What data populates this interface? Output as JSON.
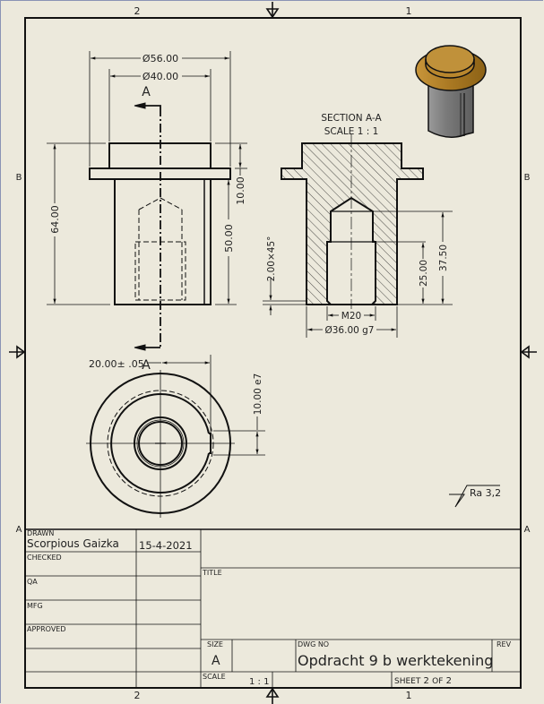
{
  "zones": {
    "top": [
      "2",
      "1"
    ],
    "bottom": [
      "2",
      "1"
    ],
    "left": [
      "B",
      "A"
    ],
    "right": [
      "B",
      "A"
    ]
  },
  "front_view": {
    "dims": {
      "d56": "Ø56.00",
      "d40": "Ø40.00",
      "h64": "64.00",
      "h10": "10.00",
      "h50": "50.00"
    },
    "section_label_top": "A",
    "section_label_bottom": "A"
  },
  "section_view": {
    "title": "SECTION A-A",
    "scale": "SCALE 1 : 1",
    "dims": {
      "chamfer": "2.00×45°",
      "thread": "M20",
      "d36": "Ø36.00 g7",
      "h25": "25.00",
      "h37": "37.50"
    }
  },
  "top_view": {
    "dims": {
      "offset": "20.00± .05",
      "key_width": "10.00 e7"
    }
  },
  "surface_finish": "Ra 3,2",
  "colors": {
    "paper": "#ece9dc",
    "line": "#111111",
    "cap": "#b8862d",
    "body": "#8c8c8c"
  },
  "title_block": {
    "drawn_label": "DRAWN",
    "drawn_by": "Scorpious Gaizka",
    "drawn_date": "15-4-2021",
    "checked_label": "CHECKED",
    "qa_label": "QA",
    "mfg_label": "MFG",
    "approved_label": "APPROVED",
    "title_label": "TITLE",
    "size_label": "SIZE",
    "size_value": "A",
    "dwg_no_label": "DWG NO",
    "dwg_no_value": "Opdracht 9 b werktekening",
    "rev_label": "REV",
    "scale_label": "SCALE",
    "scale_value": "1 : 1",
    "sheet_label": "SHEET",
    "sheet_num": "2",
    "of_label": "OF",
    "sheet_total": "2"
  }
}
